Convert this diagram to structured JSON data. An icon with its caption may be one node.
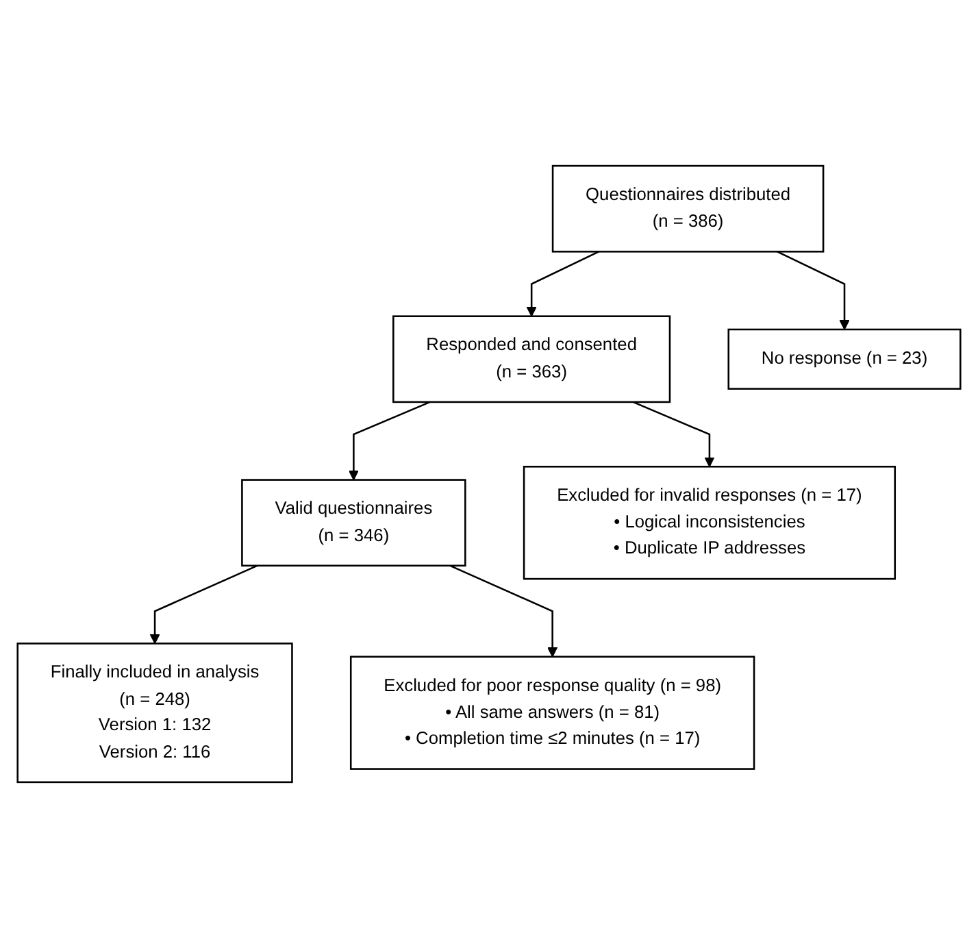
{
  "diagram": {
    "nodes": [
      {
        "text": [
          "Questionnaires distributed",
          "(n = 386)"
        ]
      },
      {
        "text": [
          "No response (n = 23)"
        ]
      },
      {
        "text": [
          "Responded and consented",
          "(n = 363)"
        ]
      },
      {
        "text": [
          "Excluded for invalid responses (n = 17)",
          "• Logical inconsistencies",
          "• Duplicate IP addresses"
        ]
      },
      {
        "text": [
          "Valid questionnaires",
          "(n = 346)"
        ]
      },
      {
        "text": [
          "Excluded for poor response quality (n = 98)",
          "• All same answers (n = 81)",
          "• Completion time ≤2 minutes (n = 17)"
        ]
      },
      {
        "text": [
          "Finally included in analysis",
          "(n = 248)",
          "Version 1: 132",
          "Version 2: 116"
        ]
      }
    ],
    "edges": [
      {
        "from": 0,
        "to": 2,
        "arrow": "to"
      },
      {
        "from": 0,
        "to": 1,
        "arrow": "to"
      },
      {
        "from": 2,
        "to": 4,
        "arrow": "to"
      },
      {
        "from": 2,
        "to": 3,
        "arrow": "to"
      },
      {
        "from": 4,
        "to": 6,
        "arrow": "to"
      },
      {
        "from": 4,
        "to": 5,
        "arrow": "to"
      }
    ]
  }
}
